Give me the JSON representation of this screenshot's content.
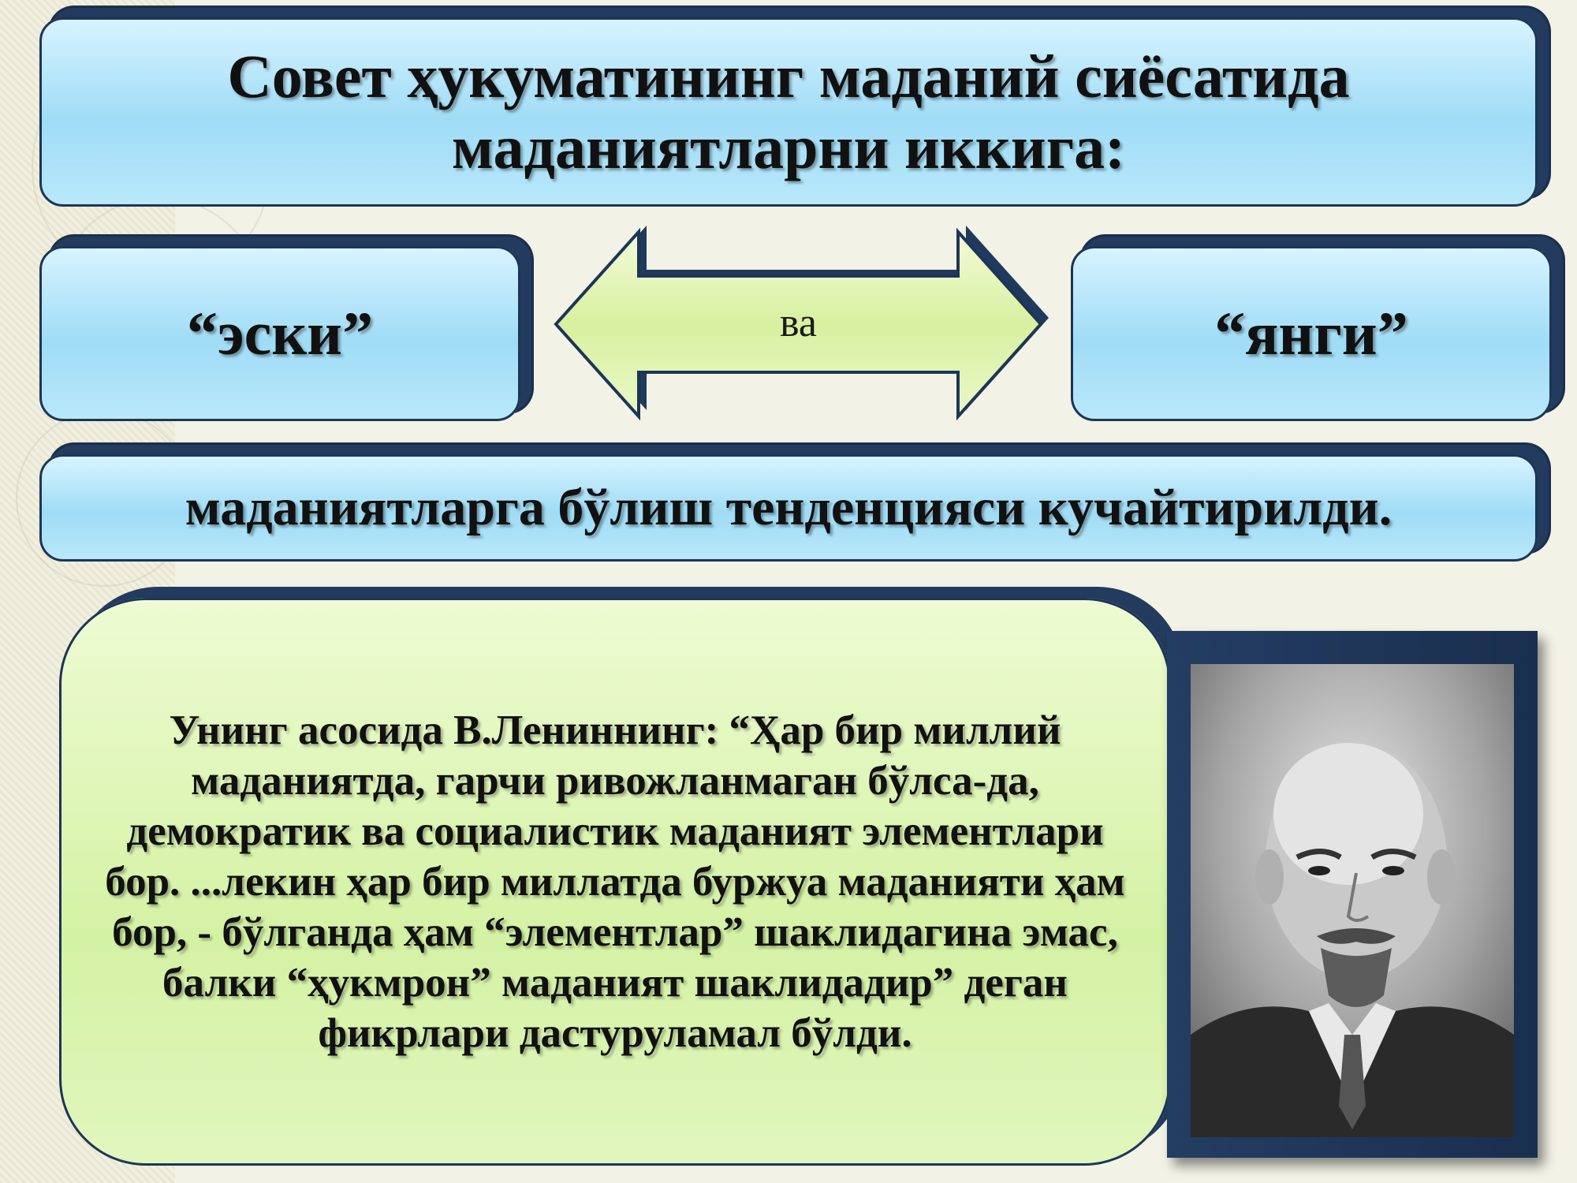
{
  "title": "Совет ҳукуматининг маданий сиёсатида маданиятларни иккига:",
  "left_term": "“эски”",
  "connector": "ва",
  "right_term": "“янги”",
  "tendency": "маданиятларга бўлиш тенденцияси кучайтирилди.",
  "quote": "Унинг асосида В.Лениннинг: “Ҳар бир миллий маданиятда, гарчи ривожланмаган бўлса-да, демократик ва социалистик маданият элементлари бор. ...лекин ҳар бир миллатда буржуа маданияти ҳам бор, - бўлганда ҳам “элементлар” шаклидагина эмас, балки “ҳукмрон” маданият шаклидадир” деган фикрлари дастуруламал бўлди."
}
